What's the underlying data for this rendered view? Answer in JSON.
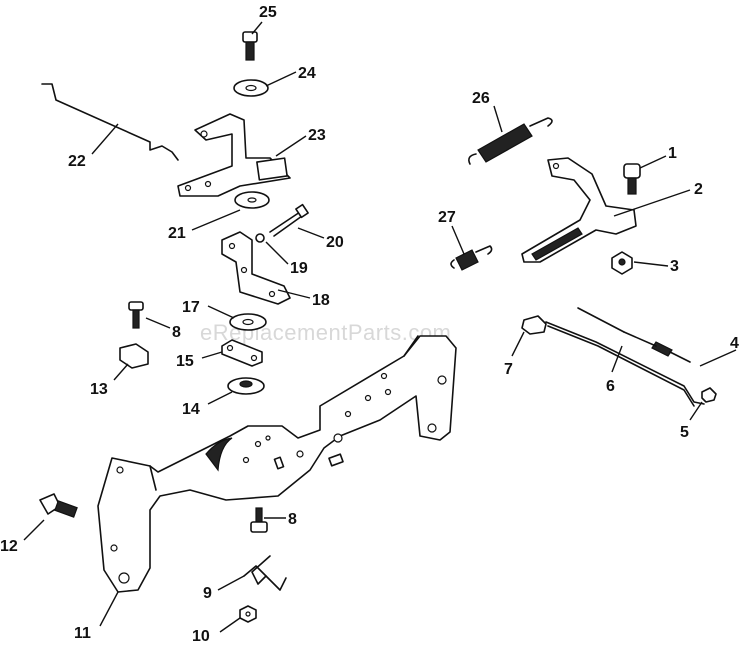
{
  "watermark": "eReplacementParts.com",
  "callouts": {
    "c1": "1",
    "c2": "2",
    "c3": "3",
    "c4": "4",
    "c5": "5",
    "c6": "6",
    "c7": "7",
    "c8a": "8",
    "c8b": "8",
    "c9": "9",
    "c10": "10",
    "c11": "11",
    "c12": "12",
    "c13": "13",
    "c14": "14",
    "c15": "15",
    "c17": "17",
    "c18": "18",
    "c19": "19",
    "c20": "20",
    "c21": "21",
    "c22": "22",
    "c23": "23",
    "c24": "24",
    "c25": "25",
    "c26": "26",
    "c27": "27"
  }
}
